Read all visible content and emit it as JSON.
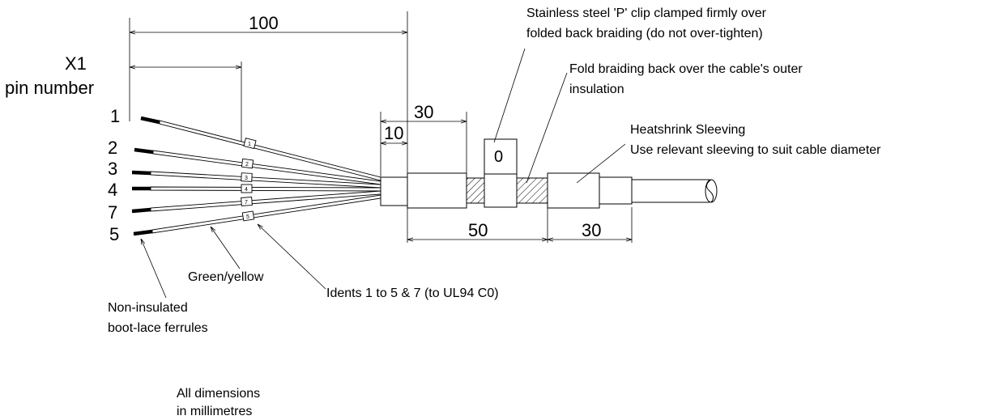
{
  "dimensions": {
    "d100": "100",
    "d30_top": "30",
    "d10": "10",
    "d50": "50",
    "d30_bottom": "30"
  },
  "pin_header": {
    "line1": "X1",
    "line2": "pin number"
  },
  "pins": [
    "1",
    "2",
    "3",
    "4",
    "7",
    "5"
  ],
  "idents": [
    "1",
    "2",
    "3",
    "4",
    "7",
    "5"
  ],
  "clip_symbol": "0",
  "callouts": {
    "p_clip_line1": "Stainless steel 'P' clip clamped firmly over",
    "p_clip_line2": "folded back braiding (do not over-tighten)",
    "fold_line1": "Fold braiding back over the cable's outer",
    "fold_line2": "insulation",
    "heatshrink_line1": "Heatshrink Sleeving",
    "heatshrink_line2": "Use relevant sleeving to suit cable diameter",
    "green_yellow": "Green/yellow",
    "idents_note": "Idents 1 to 5 & 7 (to UL94 C0)",
    "ferrules_line1": "Non-insulated",
    "ferrules_line2": "boot-lace ferrules"
  },
  "note": {
    "line1": "All dimensions",
    "line2": "in millimetres"
  }
}
